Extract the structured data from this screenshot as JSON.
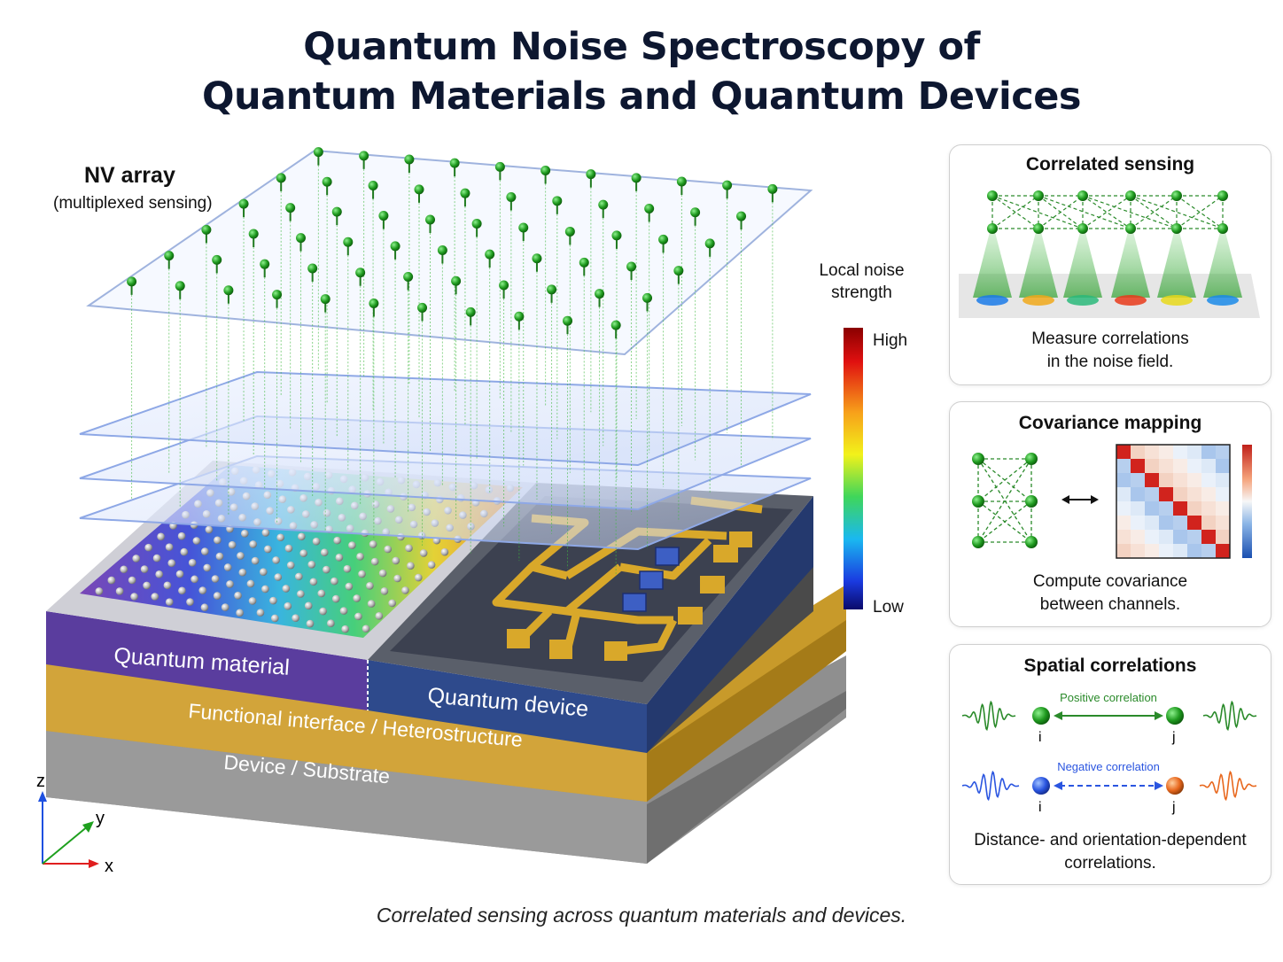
{
  "title": {
    "line1": "Quantum Noise Spectroscopy of",
    "line2": "Quantum Materials and Quantum Devices"
  },
  "nv_array": {
    "label": "NV array",
    "sublabel": "(multiplexed sensing)"
  },
  "colorbar": {
    "label_line1": "Local noise",
    "label_line2": "strength",
    "high": "High",
    "low": "Low"
  },
  "layers": {
    "quantum_material": "Quantum material",
    "quantum_device": "Quantum device",
    "interface": "Functional interface / Heterostructure",
    "substrate": "Device / Substrate"
  },
  "axes": {
    "z": "z",
    "y": "y",
    "x": "x"
  },
  "panels": {
    "correlated_sensing": {
      "title": "Correlated sensing",
      "text_line1": "Measure correlations",
      "text_line2": "in the noise field."
    },
    "covariance_mapping": {
      "title": "Covariance mapping",
      "text_line1": "Compute covariance",
      "text_line2": "between channels."
    },
    "spatial_correlations": {
      "title": "Spatial correlations",
      "positive_label": "Positive correlation",
      "negative_label": "Negative correlation",
      "i": "i",
      "j": "j",
      "text_line1": "Distance- and orientation-dependent",
      "text_line2": "correlations."
    }
  },
  "caption": "Correlated sensing across quantum materials and devices.",
  "colors": {
    "title": "#0d1730",
    "nv_green": "#1f9a1f",
    "material_purple": "#5a3d9e",
    "device_blue": "#2e4a8c",
    "interface_gold": "#c89a2a",
    "substrate_gray": "#8a8a8a",
    "positive_green": "#2a8a2a",
    "negative_blue": "#2a55e0",
    "orange": "#e8681e"
  }
}
